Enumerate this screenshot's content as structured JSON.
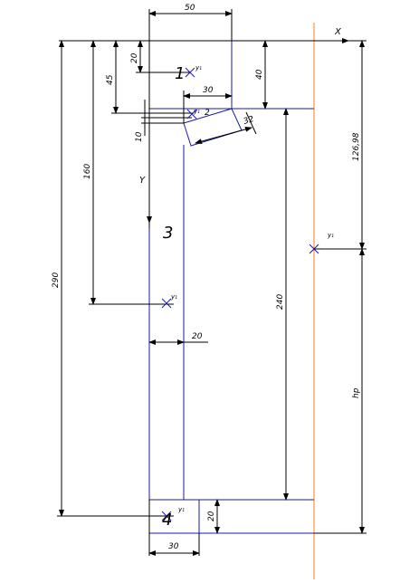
{
  "title": "",
  "axes": {
    "x": "X",
    "y": "Y"
  },
  "section_labels": {
    "p1": "1",
    "p2": "2",
    "p3": "3",
    "p4": "4"
  },
  "centroid_labels": {
    "c1": "y₁",
    "c2": "y₁",
    "c3": "y₁",
    "c4": "y₁",
    "cg": "y₁"
  },
  "dimensions": {
    "top_width": "50",
    "top_offset": "20",
    "left_45": "45",
    "height_40": "40",
    "width_30_mid": "30",
    "height_10": "10",
    "slant_32": "32",
    "height_160": "160",
    "total_290": "290",
    "height_240": "240",
    "web_20": "20",
    "right_126": "126,98",
    "right_hp": "hp",
    "bottom_20": "20",
    "bottom_30": "30"
  },
  "colors": {
    "contour": "#1a1aa6",
    "dimension": "#000000",
    "axis_line": "#f08020"
  }
}
